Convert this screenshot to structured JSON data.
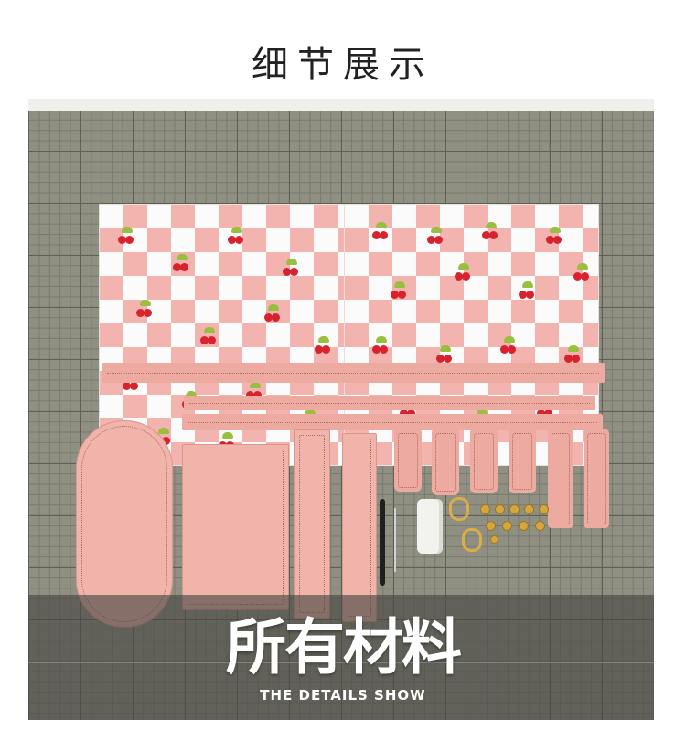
{
  "page": {
    "title": "细节展示"
  },
  "overlay": {
    "title": "所有材料",
    "subtitle": "THE DETAILS SHOW"
  },
  "colors": {
    "leather_pink": "#ecaaa0",
    "fabric_pink": "#f3b3ae",
    "cherry_red": "#d8222e",
    "bow_green": "#98bf3e",
    "mat_grey": "#8f8f82",
    "hardware_gold": "#d4a640"
  }
}
